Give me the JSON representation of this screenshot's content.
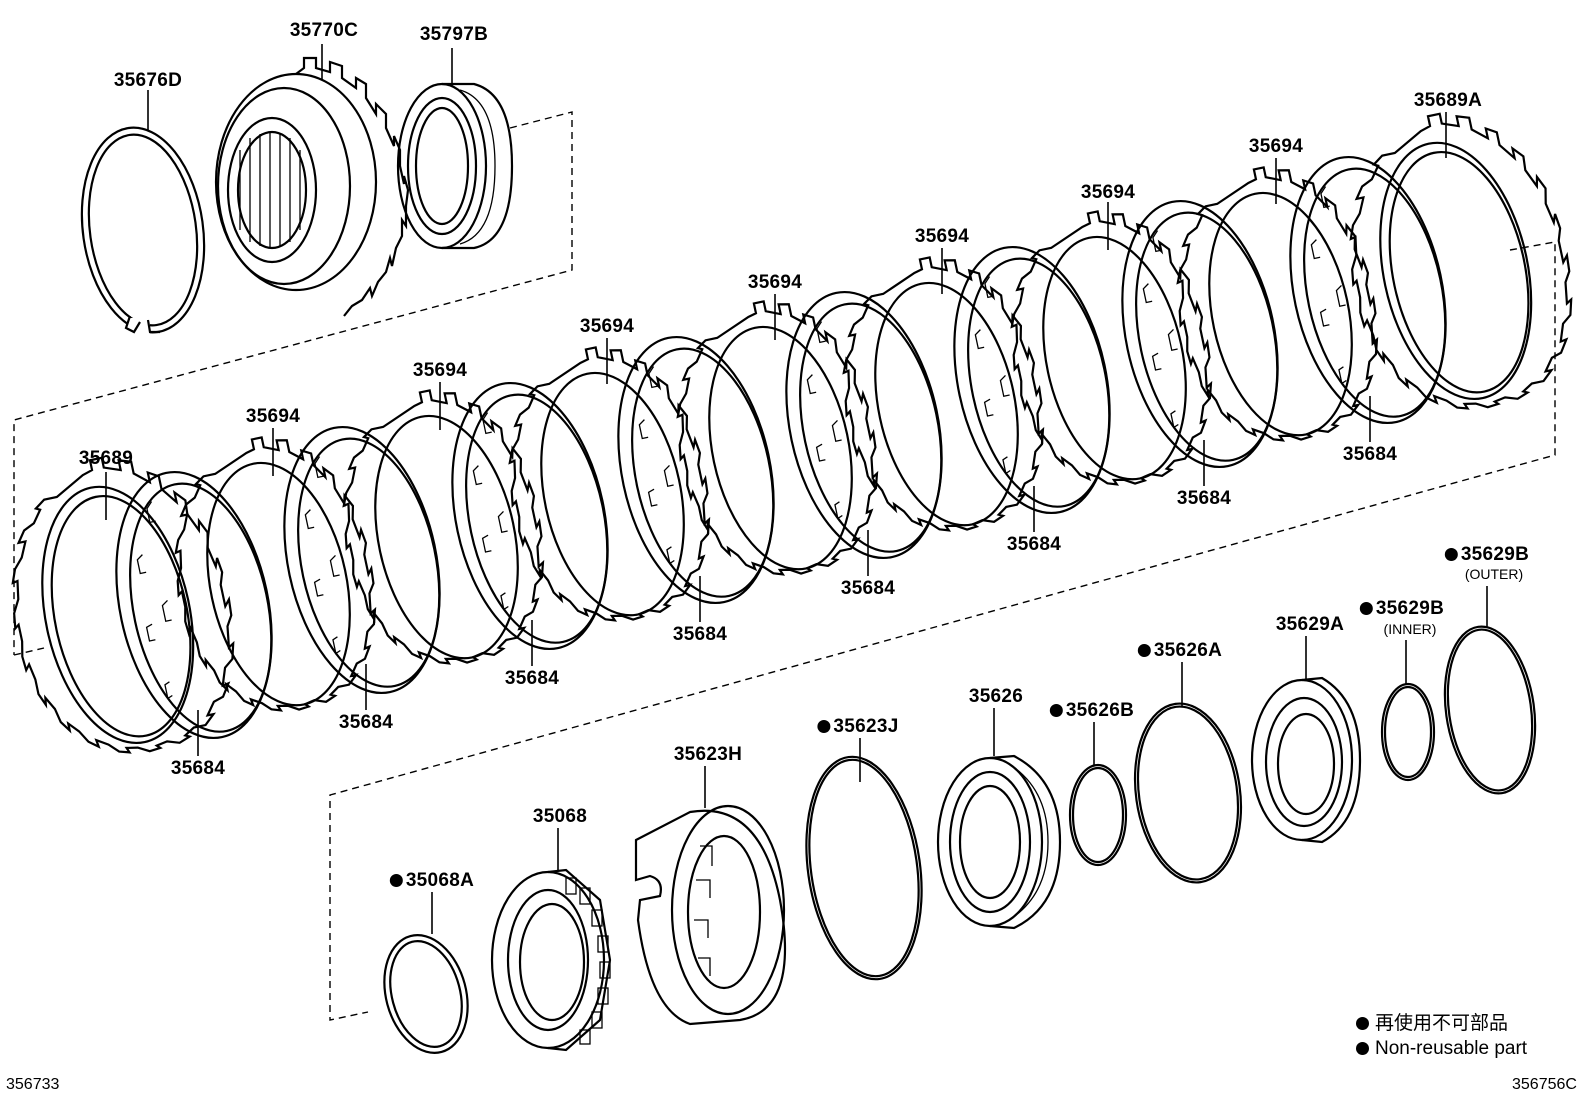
{
  "diagram": {
    "labels": {
      "p35676D": "35676D",
      "p35770C": "35770C",
      "p35797B": "35797B",
      "p35689A": "35689A",
      "p35694_1": "35694",
      "p35694_2": "35694",
      "p35694_3": "35694",
      "p35694_4": "35694",
      "p35694_5": "35694",
      "p35694_6": "35694",
      "p35694_7": "35694",
      "p35689": "35689",
      "p35684_1": "35684",
      "p35684_2": "35684",
      "p35684_3": "35684",
      "p35684_4": "35684",
      "p35684_5": "35684",
      "p35684_6": "35684",
      "p35684_7": "35684",
      "p35684_8": "35684",
      "p35629B_outer": "35629B",
      "p35629B_inner": "35629B",
      "p35626A": "35626A",
      "p35629A": "35629A",
      "p35626": "35626",
      "p35626B": "35626B",
      "p35623H": "35623H",
      "p35623J": "35623J",
      "p35068": "35068",
      "p35068A": "35068A"
    },
    "sublabels": {
      "outer": "(OUTER)",
      "inner": "(INNER)"
    },
    "legend": {
      "line1": "再使用不可部品",
      "line2": "Non-reusable part"
    },
    "corners": {
      "bottom_left": "356733",
      "bottom_right": "356756C"
    }
  }
}
